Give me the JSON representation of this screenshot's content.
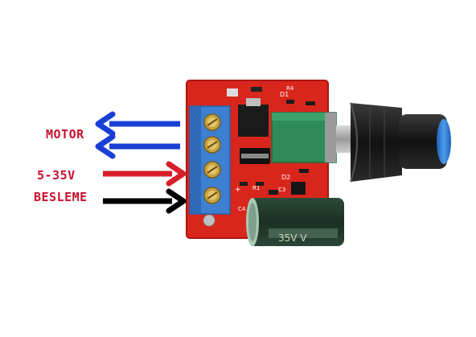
{
  "labels": {
    "motor": "MOTOR",
    "supply_range": "5-35V",
    "supply_word": "BESLEME"
  },
  "board": {
    "silkscreen": [
      "D1",
      "D2",
      "R4",
      "R1",
      "C3",
      "C4",
      "+"
    ],
    "capacitor_text": "35V V"
  },
  "arrows": [
    {
      "name": "motor-arrow-1",
      "direction": "left",
      "color": "#1a3fd6"
    },
    {
      "name": "motor-arrow-2",
      "direction": "left",
      "color": "#1a3fd6"
    },
    {
      "name": "supply-positive-arrow",
      "direction": "right",
      "color": "#d81e2a"
    },
    {
      "name": "supply-ground-arrow",
      "direction": "right",
      "color": "#000000"
    }
  ],
  "colors": {
    "pcb": "#d9261c",
    "terminal_block": "#3d7fd0",
    "potentiometer": "#2e8b57",
    "capacitor": "#1f3a2b",
    "knob": "#1a1a1a",
    "knob_cap": "#2f7fd6"
  }
}
